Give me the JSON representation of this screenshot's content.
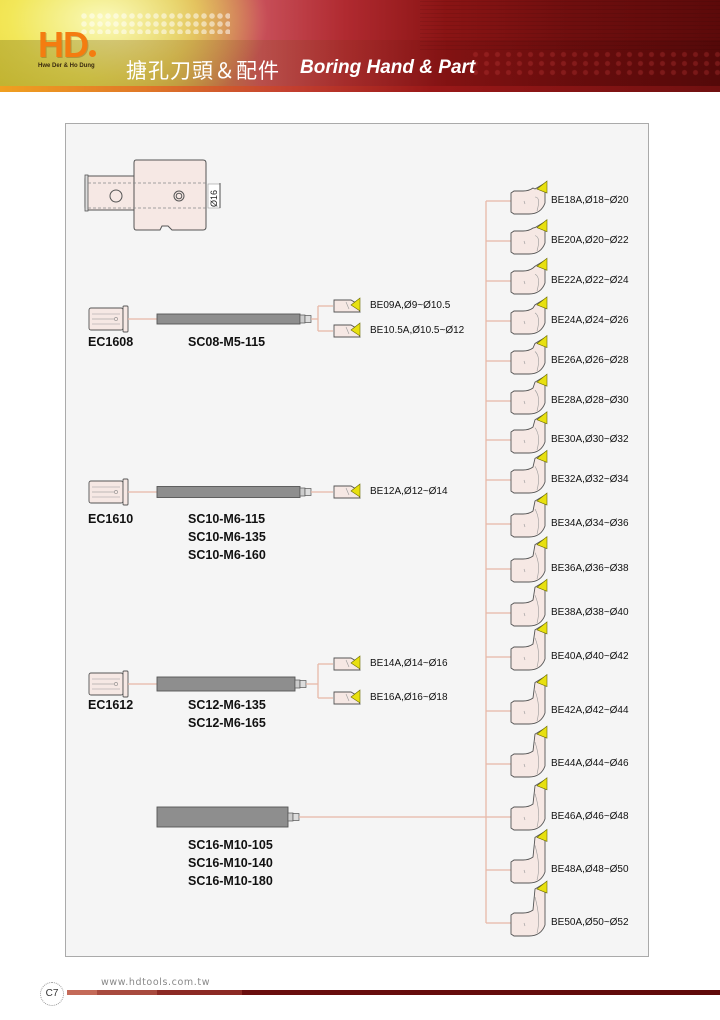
{
  "header": {
    "logo": "HD",
    "logo_sub": "Hwe Der & Ho Dung",
    "title_cn": "搪孔刀頭＆配件",
    "title_en": "Boring Hand & Part"
  },
  "diagram": {
    "holder": {
      "dimension": "Ø16",
      "icon": "boring-holder-drawing"
    },
    "groups": [
      {
        "collet": "EC1608",
        "shanks": [
          "SC08-M5-115"
        ],
        "heads": [
          "BE09A,Ø9~Ø10.5",
          "BE10.5A,Ø10.5~Ø12"
        ]
      },
      {
        "collet": "EC1610",
        "shanks": [
          "SC10-M6-115",
          "SC10-M6-135",
          "SC10-M6-160"
        ],
        "heads": [
          "BE12A,Ø12~Ø14"
        ]
      },
      {
        "collet": "EC1612",
        "shanks": [
          "SC12-M6-135",
          "SC12-M6-165"
        ],
        "heads": [
          "BE14A,Ø14~Ø16",
          "BE16A,Ø16~Ø18"
        ]
      },
      {
        "collet": "",
        "shanks": [
          "SC16-M10-105",
          "SC16-M10-140",
          "SC16-M10-180"
        ],
        "heads": []
      }
    ],
    "large_heads": [
      "BE18A,Ø18~Ø20",
      "BE20A,Ø20~Ø22",
      "BE22A,Ø22~Ø24",
      "BE24A,Ø24~Ø26",
      "BE26A,Ø26~Ø28",
      "BE28A,Ø28~Ø30",
      "BE30A,Ø30~Ø32",
      "BE32A,Ø32~Ø34",
      "BE34A,Ø34~Ø36",
      "BE36A,Ø36~Ø38",
      "BE38A,Ø38~Ø40",
      "BE40A,Ø40~Ø42",
      "BE42A,Ø42~Ø44",
      "BE44A,Ø44~Ø46",
      "BE46A,Ø46~Ø48",
      "BE48A,Ø48~Ø50",
      "BE50A,Ø50~Ø52"
    ],
    "colors": {
      "connector": "#e8b8a8",
      "part_fill": "#f6e8e4",
      "shank_fill": "#8e8e8e",
      "insert": "#e8e010",
      "outline": "#555555"
    }
  },
  "footer": {
    "page": "C7",
    "url": "www.hdtools.com.tw"
  }
}
